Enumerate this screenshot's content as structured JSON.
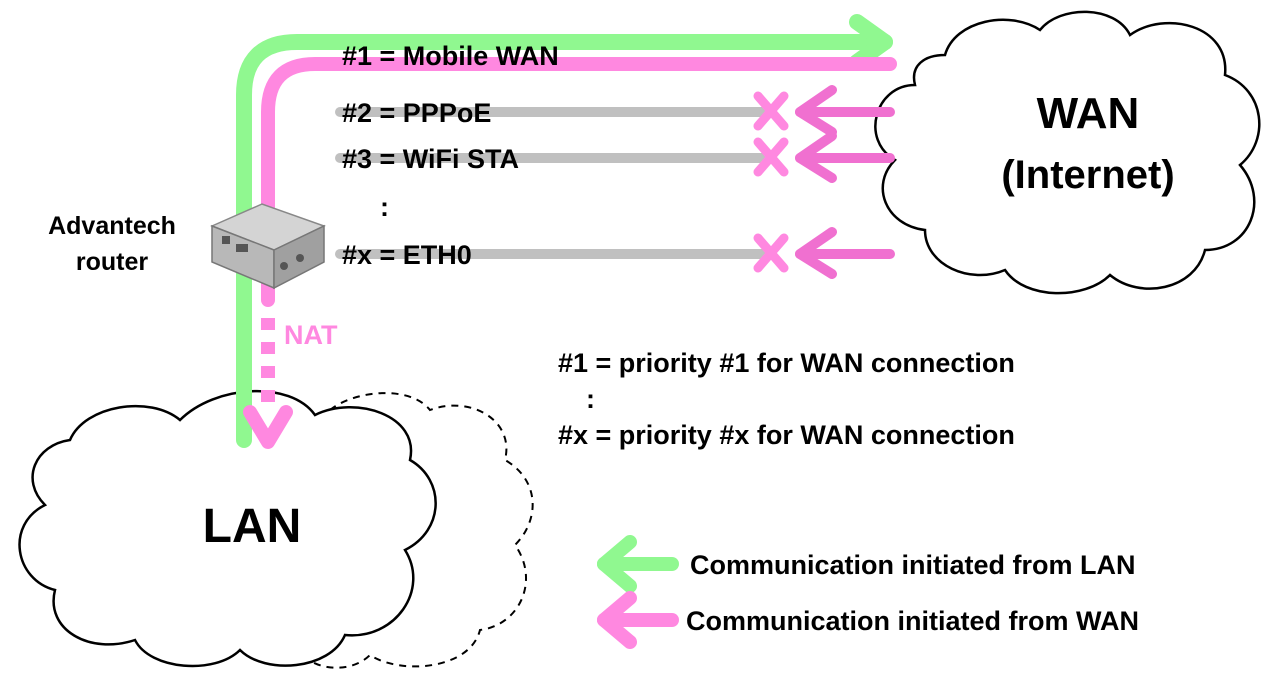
{
  "router": {
    "label_line1": "Advantech",
    "label_line2": "router"
  },
  "wan_cloud": {
    "label_line1": "WAN",
    "label_line2": "(Internet)"
  },
  "lan_cloud": {
    "label": "LAN"
  },
  "nat_label": "NAT",
  "interfaces": [
    {
      "label": "#1 = Mobile WAN",
      "active": true
    },
    {
      "label": "#2 = PPPoE",
      "active": false
    },
    {
      "label": "#3 = WiFi STA",
      "active": false
    },
    {
      "label": "#x = ETH0",
      "active": false
    }
  ],
  "interface_ellipsis": ":",
  "priority_note": {
    "line1": "#1 = priority #1 for WAN connection",
    "ellipsis": ":",
    "line2": "#x = priority #x for WAN connection"
  },
  "legend": {
    "lan_initiated": "Communication initiated from LAN",
    "wan_initiated": "Communication initiated from WAN"
  },
  "colors": {
    "lan_arrow": "#90f890",
    "wan_arrow": "#ff88e0",
    "inactive_line": "#c0c0c0",
    "block_mark": "#ff88e0",
    "incoming_arrow": "#f070d0",
    "text": "#000000",
    "nat_text": "#ff88e0"
  },
  "icons": {
    "router": "router-device-icon",
    "blocked": "x-mark-icon"
  }
}
